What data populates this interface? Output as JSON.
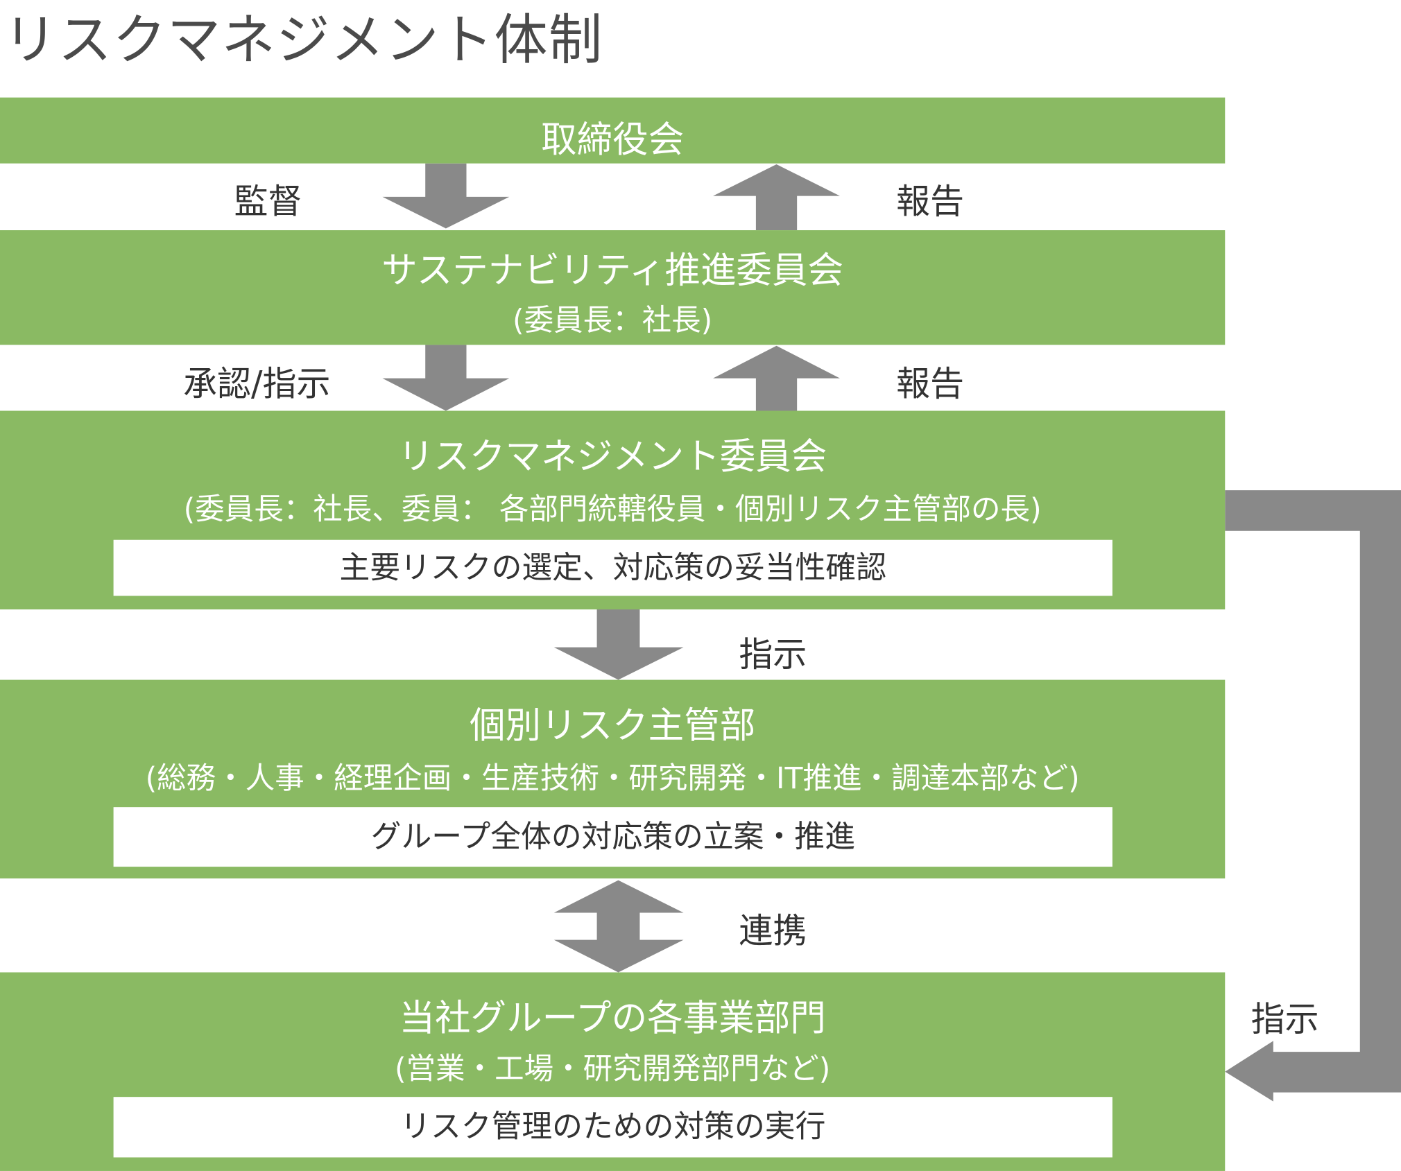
{
  "title": "リスクマネジメント体制",
  "colors": {
    "box": "#8aba63",
    "arrow": "#898989",
    "text": "#333333"
  },
  "boxes": [
    {
      "title": "取締役会"
    },
    {
      "title": "サステナビリティ推進委員会",
      "subtitle": "(委員長：社長)"
    },
    {
      "title": "リスクマネジメント委員会",
      "subtitle": "(委員長：社長、委員： 各部門統轄役員・個別リスク主管部の長)",
      "role": "主要リスクの選定、対応策の妥当性確認"
    },
    {
      "title": "個別リスク主管部",
      "subtitle": "(総務・人事・経理企画・生産技術・研究開発・IT推進・調達本部など)",
      "role": "グループ全体の対応策の立案・推進"
    },
    {
      "title": "当社グループの各事業部門",
      "subtitle": "(営業・工場・研究開発部門など)",
      "role": "リスク管理のための対策の実行"
    }
  ],
  "labels": {
    "supervise": "監督",
    "report1": "報告",
    "approve": "承認/指示",
    "report2": "報告",
    "instruct": "指示",
    "cooperate": "連携",
    "instruct_side": "指示"
  }
}
